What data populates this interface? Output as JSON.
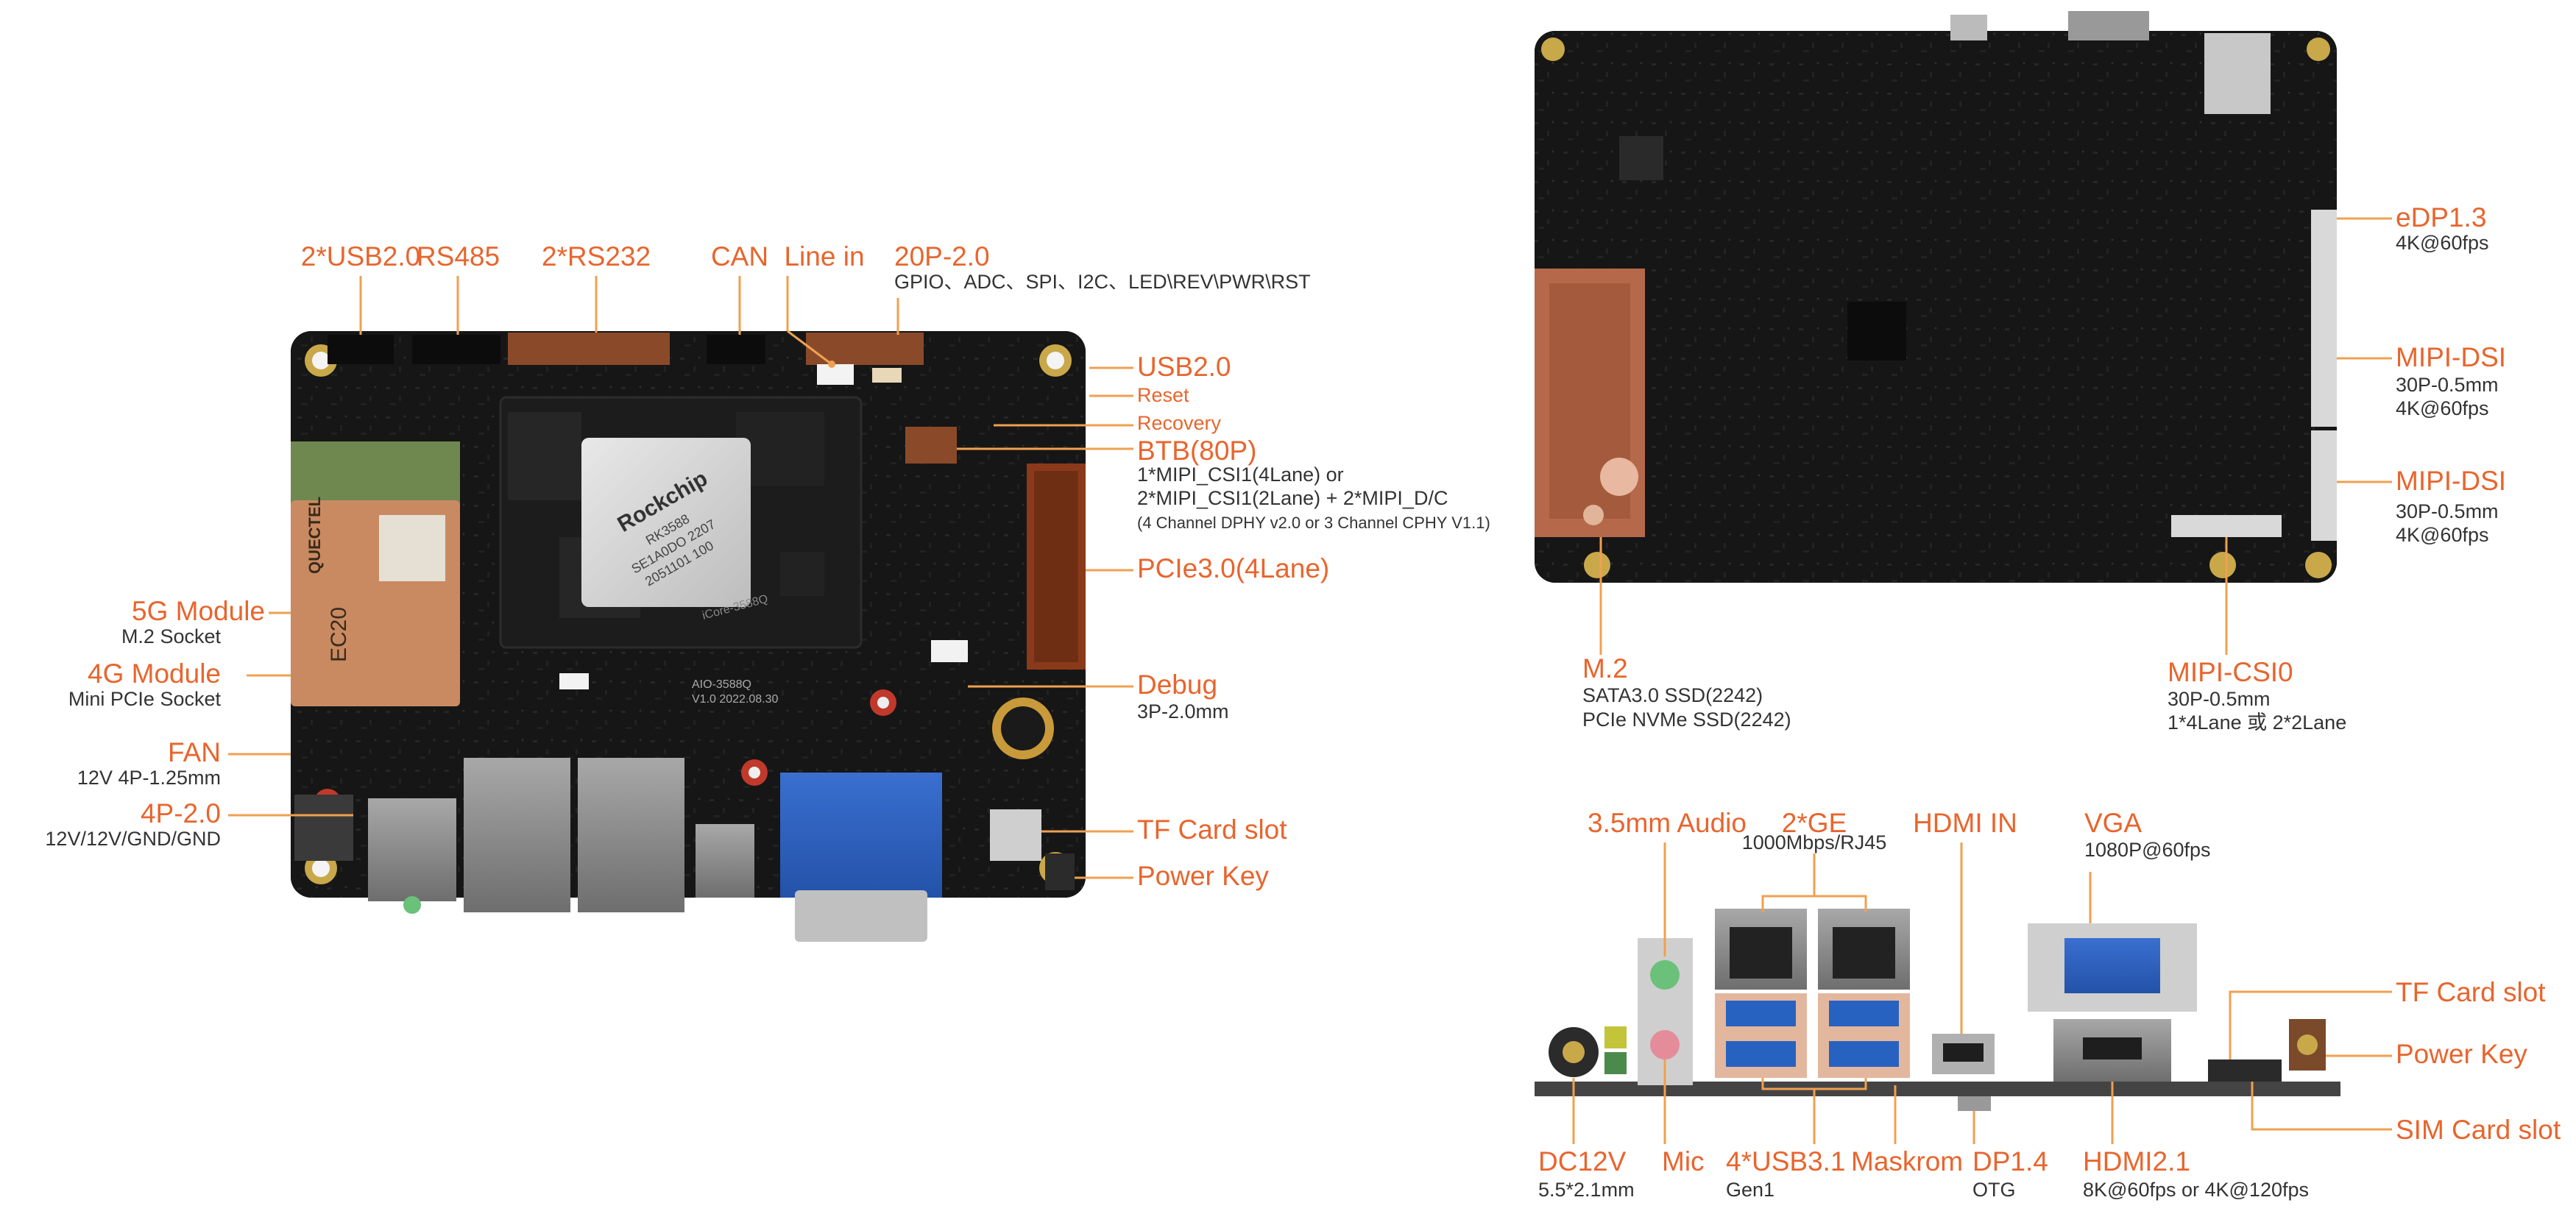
{
  "colors": {
    "accent": "#e8652d",
    "board": "#151515",
    "text": "#333333",
    "leader": "#f0a050"
  },
  "silkscreen": {
    "brand": "Rockchip",
    "chip_lines": [
      "RK3588",
      "SE1A0DO 2207",
      "2051101 100"
    ],
    "core_board": "iCore-3588Q",
    "board_model": [
      "AIO-3588Q",
      "V1.0  2022.08.30"
    ],
    "module_brand": "QUECTEL",
    "module_model": "EC20"
  },
  "top_view": {
    "top_labels": [
      {
        "title": "2*USB2.0"
      },
      {
        "title": "RS485"
      },
      {
        "title": "2*RS232"
      },
      {
        "title": "CAN"
      },
      {
        "title": "Line in"
      },
      {
        "title": "20P-2.0",
        "sub": "GPIO、ADC、SPI、I2C、LED\\REV\\PWR\\RST"
      }
    ],
    "right_labels": [
      {
        "title": "USB2.0"
      },
      {
        "title": "Reset"
      },
      {
        "title": "Recovery"
      },
      {
        "title": "BTB(80P)",
        "lines": [
          "1*MIPI_CSI1(4Lane) or",
          "2*MIPI_CSI1(2Lane) + 2*MIPI_D/C",
          "(4 Channel DPHY v2.0 or 3 Channel CPHY V1.1)"
        ]
      },
      {
        "title": "PCIe3.0(4Lane)"
      },
      {
        "title": "Debug",
        "sub": "3P-2.0mm"
      },
      {
        "title": "TF Card slot"
      },
      {
        "title": "Power Key"
      }
    ],
    "left_labels": [
      {
        "title": "5G Module",
        "sub": "M.2 Socket"
      },
      {
        "title": "4G Module",
        "sub": "Mini PCIe Socket"
      },
      {
        "title": "FAN",
        "sub": "12V 4P-1.25mm"
      },
      {
        "title": "4P-2.0",
        "sub": "12V/12V/GND/GND"
      }
    ]
  },
  "bottom_view": {
    "labels": [
      {
        "title": "eDP1.3",
        "sub": "4K@60fps"
      },
      {
        "title": "MIPI-DSI",
        "sub1": "30P-0.5mm",
        "sub2": "4K@60fps"
      },
      {
        "title": "MIPI-DSI",
        "sub1": "30P-0.5mm",
        "sub2": "4K@60fps"
      },
      {
        "title": "M.2",
        "sub1": "SATA3.0 SSD(2242)",
        "sub2": "PCIe NVMe SSD(2242)"
      },
      {
        "title": "MIPI-CSI0",
        "sub1": "30P-0.5mm",
        "sub2": "1*4Lane 或 2*2Lane"
      }
    ]
  },
  "side_view": {
    "top_labels": [
      {
        "title": "3.5mm Audio"
      },
      {
        "title": "2*GE",
        "sub": "1000Mbps/RJ45"
      },
      {
        "title": "HDMI IN"
      },
      {
        "title": "VGA",
        "sub": "1080P@60fps"
      }
    ],
    "right_labels": [
      {
        "title": "TF Card slot"
      },
      {
        "title": "Power Key"
      },
      {
        "title": "SIM Card slot"
      }
    ],
    "bottom_labels": [
      {
        "title": "DC12V",
        "sub": "5.5*2.1mm"
      },
      {
        "title": "Mic"
      },
      {
        "title": "4*USB3.1",
        "sub": "Gen1"
      },
      {
        "title": "Maskrom"
      },
      {
        "title": "DP1.4",
        "sub": "OTG"
      },
      {
        "title": "HDMI2.1",
        "sub": "8K@60fps or 4K@120fps"
      }
    ]
  }
}
